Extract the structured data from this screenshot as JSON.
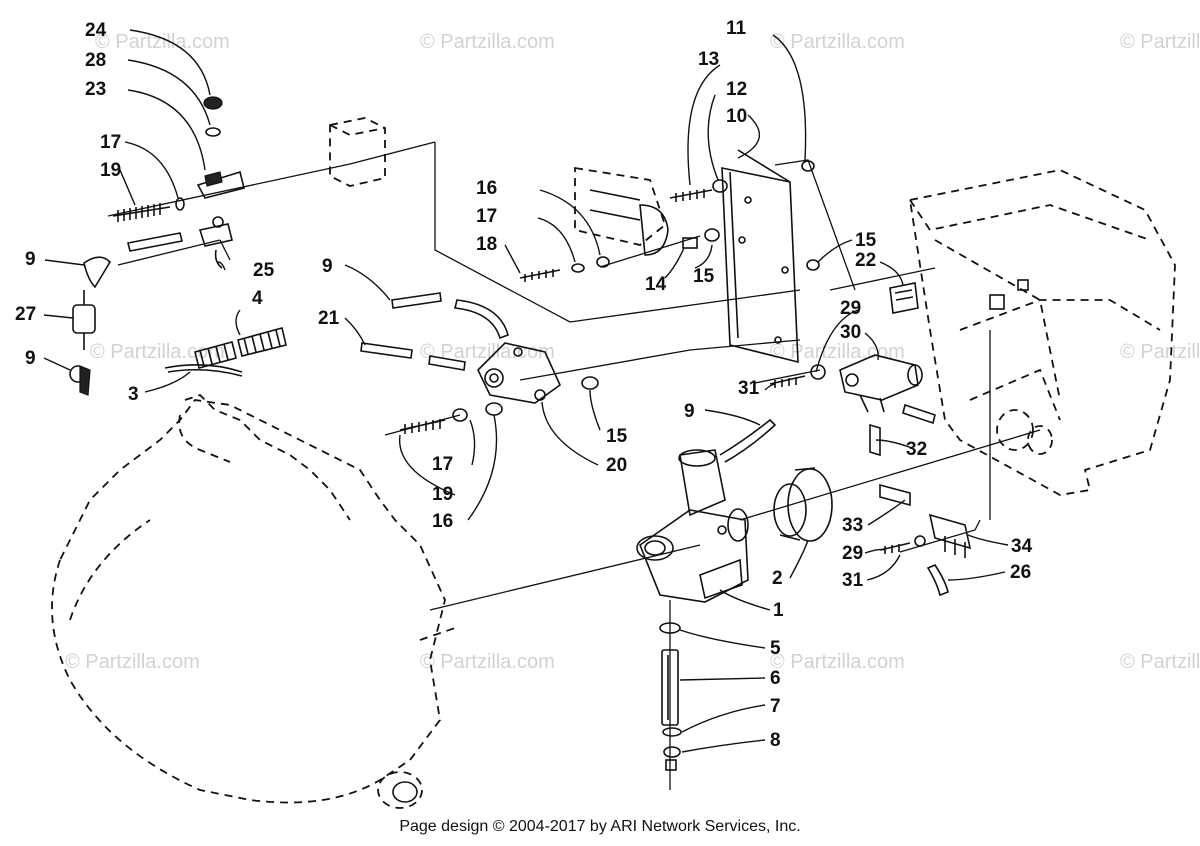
{
  "watermark": "© Partzilla.com",
  "footer": "Page design © 2004-2017 by ARI Network Services, Inc.",
  "callouts": [
    "24",
    "28",
    "23",
    "17",
    "19",
    "9",
    "25",
    "27",
    "4",
    "3",
    "9",
    "16",
    "17",
    "18",
    "14",
    "15",
    "13",
    "12",
    "10",
    "11",
    "15",
    "22",
    "9",
    "21",
    "29",
    "30",
    "31",
    "32",
    "15",
    "20",
    "17",
    "19",
    "16",
    "9",
    "33",
    "34",
    "29",
    "31",
    "26",
    "2",
    "1",
    "5",
    "6",
    "7",
    "8"
  ]
}
